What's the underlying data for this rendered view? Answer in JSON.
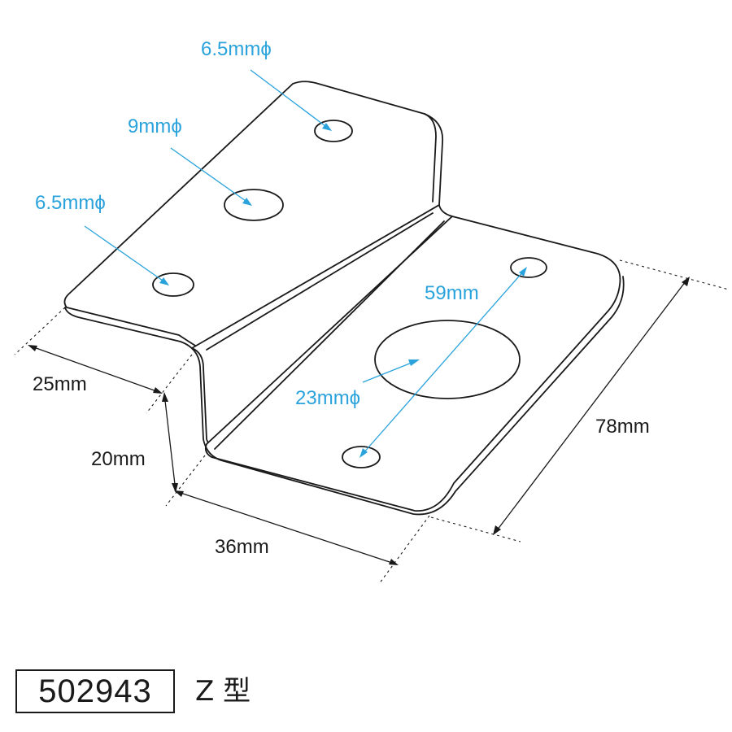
{
  "diagram": {
    "hole_labels": {
      "top_hole": "6.5mmϕ",
      "center_hole": "9mmϕ",
      "left_hole": "6.5mmϕ",
      "big_hole": "23mmϕ",
      "hole_spacing": "59mm"
    },
    "dimensions": {
      "flange_width": "25mm",
      "step_height": "20mm",
      "base_width": "36mm",
      "base_length": "78mm"
    },
    "colors": {
      "annotation": "#2aa3dc",
      "outline": "#1a1a1a"
    }
  },
  "footer": {
    "part_number": "502943",
    "type_label": "Z 型"
  }
}
